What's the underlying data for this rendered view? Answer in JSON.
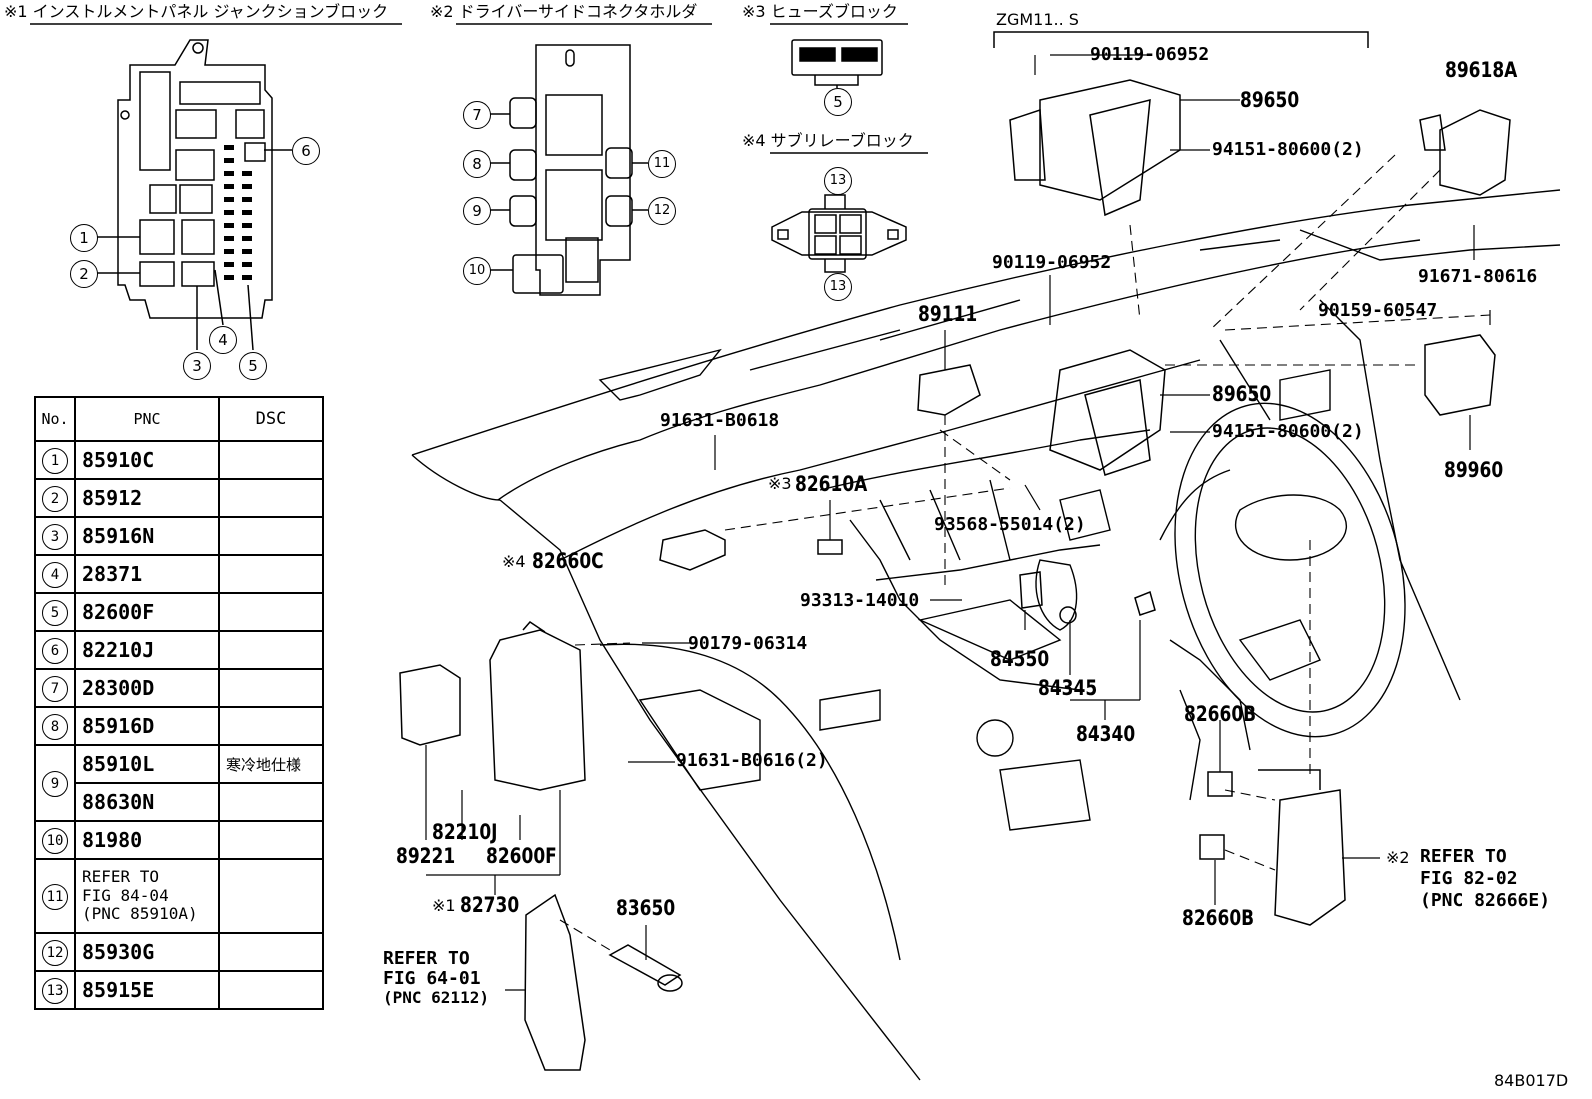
{
  "sections": {
    "s1": "※1 インストルメントパネル ジャンクションブロック",
    "s2": "※2 ドライバーサイドコネクタホルダ",
    "s3": "※3 ヒューズブロック",
    "s4": "※4 サブリレーブロック"
  },
  "model_label": "ZGM11.. S",
  "figure_id": "84B017D",
  "table": {
    "headers": [
      "No.",
      "PNC",
      "DSC"
    ],
    "rows": [
      {
        "no": "1",
        "pnc": "85910C",
        "dsc": ""
      },
      {
        "no": "2",
        "pnc": "85912",
        "dsc": ""
      },
      {
        "no": "3",
        "pnc": "85916N",
        "dsc": ""
      },
      {
        "no": "4",
        "pnc": "28371",
        "dsc": ""
      },
      {
        "no": "5",
        "pnc": "82600F",
        "dsc": ""
      },
      {
        "no": "6",
        "pnc": "82210J",
        "dsc": ""
      },
      {
        "no": "7",
        "pnc": "28300D",
        "dsc": ""
      },
      {
        "no": "8",
        "pnc": "85916D",
        "dsc": ""
      },
      {
        "no": "9",
        "pnc": "85910L",
        "dsc": "寒冷地仕様"
      },
      {
        "no": "",
        "pnc": "88630N",
        "dsc": ""
      },
      {
        "no": "10",
        "pnc": "81980",
        "dsc": ""
      },
      {
        "no": "11",
        "pnc": "REFER TO\nFIG 84-04\n(PNC 85910A)",
        "dsc": ""
      },
      {
        "no": "12",
        "pnc": "85930G",
        "dsc": ""
      },
      {
        "no": "13",
        "pnc": "85915E",
        "dsc": ""
      }
    ]
  },
  "callouts": {
    "c1": "1",
    "c2": "2",
    "c3": "3",
    "c4": "4",
    "c5": "5",
    "c6": "6",
    "c7": "7",
    "c8": "8",
    "c9": "9",
    "c10": "10",
    "c11": "11",
    "c12": "12",
    "c13": "13"
  },
  "parts": {
    "p90119a": "90119-06952",
    "p89650a": "89650",
    "p94151a": "94151-80600(2)",
    "p89618A": "89618A",
    "p91671": "91671-80616",
    "p90119b": "90119-06952",
    "p89111": "89111",
    "p90159": "90159-60547",
    "p89650b": "89650",
    "p94151b": "94151-80600(2)",
    "p89960": "89960",
    "p91631a": "91631-B0618",
    "p82610A": "82610A",
    "p82610A_mark": "※3",
    "p93568": "93568-55014(2)",
    "p82660C": "82660C",
    "p82660C_mark": "※4",
    "p93313": "93313-14010",
    "p90179": "90179-06314",
    "p84550": "84550",
    "p84345": "84345",
    "p84340": "84340",
    "p82660Ba": "82660B",
    "p91631b": "91631-B0616(2)",
    "p82210J": "82210J",
    "p89221": "89221",
    "p82600F": "82600F",
    "p82730": "82730",
    "p82730_mark": "※1",
    "p83650": "83650",
    "p82660Bb": "82660B",
    "ref82_mark": "※2",
    "ref82_1": "REFER TO",
    "ref82_2": "FIG 82-02",
    "ref82_3": "(PNC 82666E)",
    "ref64_1": "REFER TO",
    "ref64_2": "FIG 64-01",
    "ref64_3": "(PNC 62112)"
  }
}
